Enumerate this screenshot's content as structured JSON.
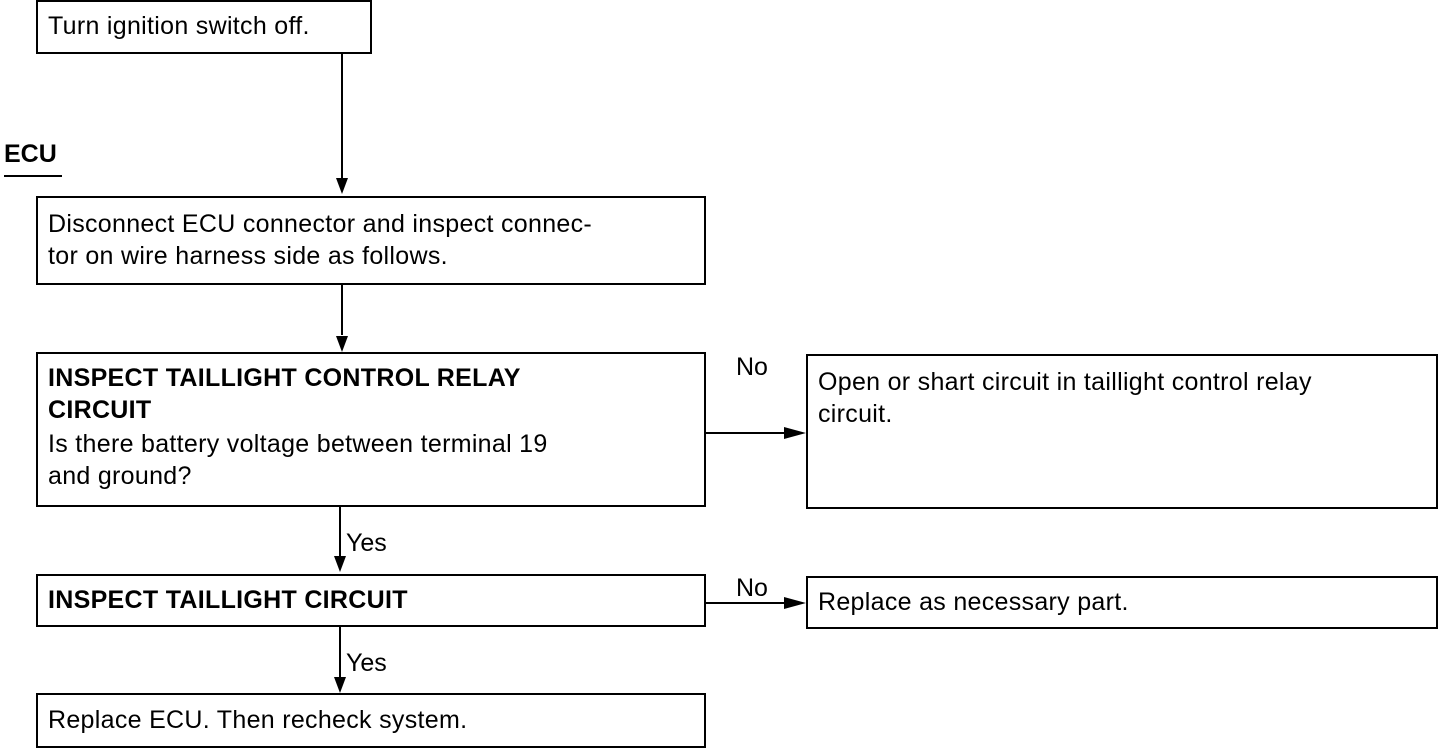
{
  "section": {
    "label": "ECU"
  },
  "steps": {
    "turn_off": "Turn ignition switch off.",
    "disconnect_line1": "Disconnect ECU connector and inspect connec-",
    "disconnect_line2": "tor on wire harness side as follows.",
    "relay_title_line1": "INSPECT TAILLIGHT CONTROL RELAY",
    "relay_title_line2": "CIRCUIT",
    "relay_question_line1": "Is there battery voltage between terminal 19",
    "relay_question_line2": "and ground?",
    "relay_no_result_line1": "Open or shart circuit in taillight control relay",
    "relay_no_result_line2": "circuit.",
    "taillight_title": "INSPECT TAILLIGHT CIRCUIT",
    "taillight_no_result": "Replace as necessary part.",
    "replace_ecu": "Replace ECU. Then recheck system."
  },
  "branches": {
    "no1": "No",
    "yes1": "Yes",
    "no2": "No",
    "yes2": "Yes"
  }
}
